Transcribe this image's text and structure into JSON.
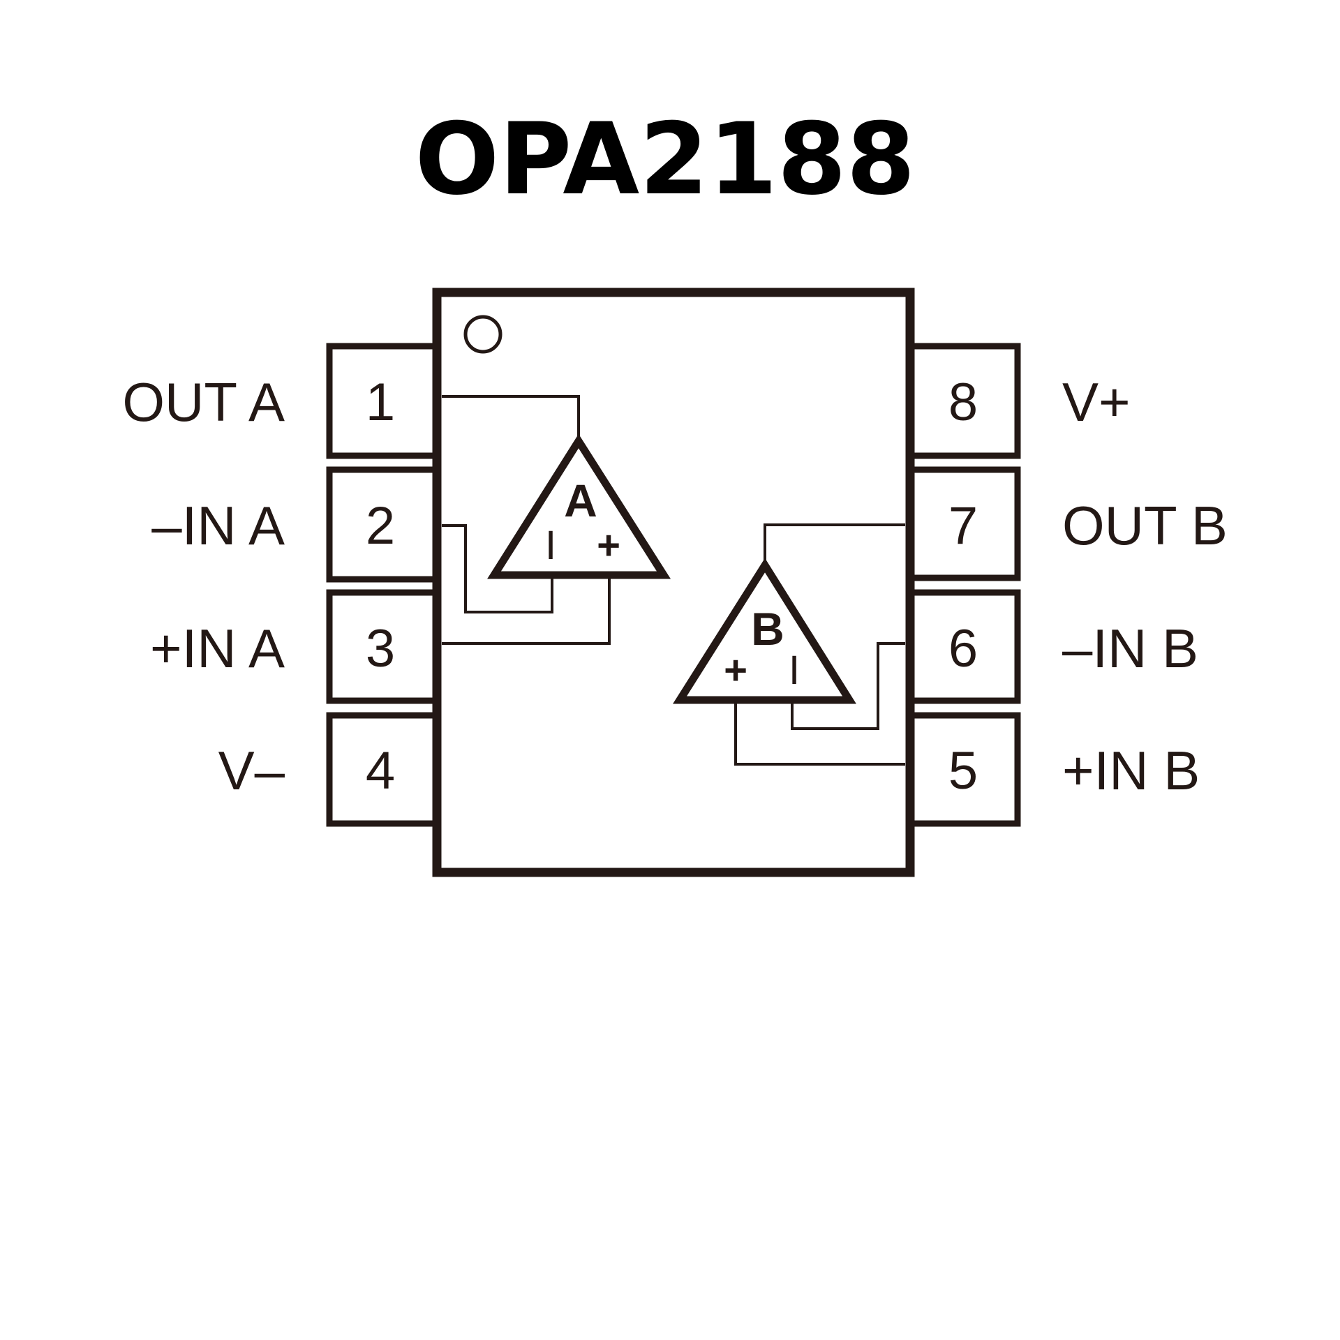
{
  "title": "OPA2188",
  "package_notch": "pin-1-indicator-circle",
  "pins": [
    {
      "number": "1",
      "label": "OUT A"
    },
    {
      "number": "2",
      "label": "–IN A"
    },
    {
      "number": "3",
      "label": "+IN A"
    },
    {
      "number": "4",
      "label": "V–"
    },
    {
      "number": "5",
      "label": "+IN B"
    },
    {
      "number": "6",
      "label": "–IN B"
    },
    {
      "number": "7",
      "label": "OUT B"
    },
    {
      "number": "8",
      "label": "V+"
    }
  ],
  "amplifiers": [
    {
      "name": "A",
      "inverting_symbol": "I",
      "noninverting_symbol": "+"
    },
    {
      "name": "B",
      "inverting_symbol": "I",
      "noninverting_symbol": "+"
    }
  ]
}
